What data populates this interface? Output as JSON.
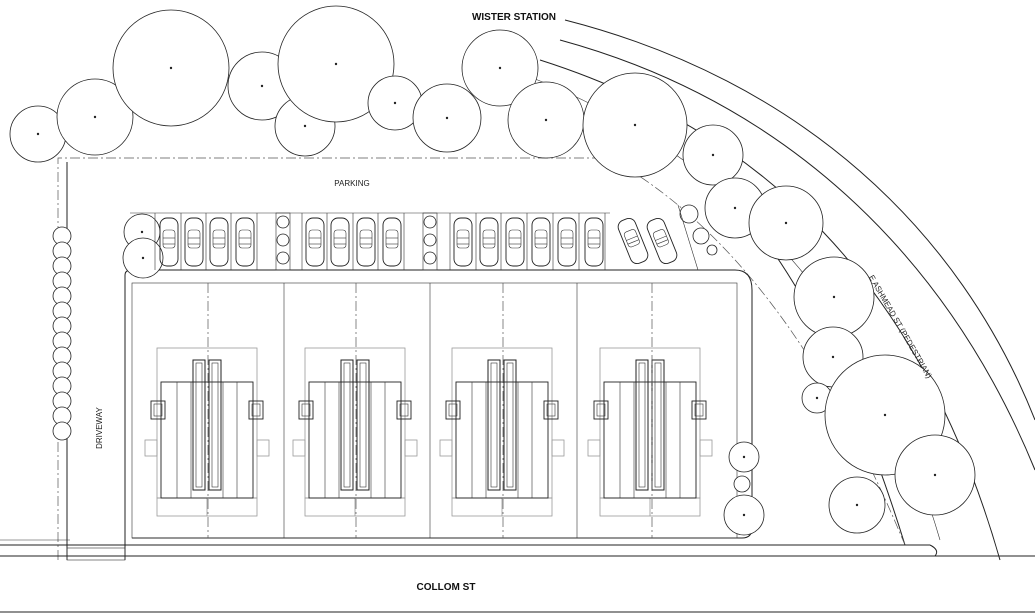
{
  "labels": {
    "wister_station": "WISTER STATION",
    "parking": "PARKING",
    "driveway": "DRIVEWAY",
    "ashmead": "E ASHMEAD ST (PEDESTRIAN)",
    "collom": "COLLOM ST"
  },
  "colors": {
    "line": "#222222",
    "building_gray": "#9a9a9a",
    "background": "#ffffff"
  },
  "icons": {
    "tree": "tree-canopy-icon",
    "car": "car-top-view-icon"
  }
}
